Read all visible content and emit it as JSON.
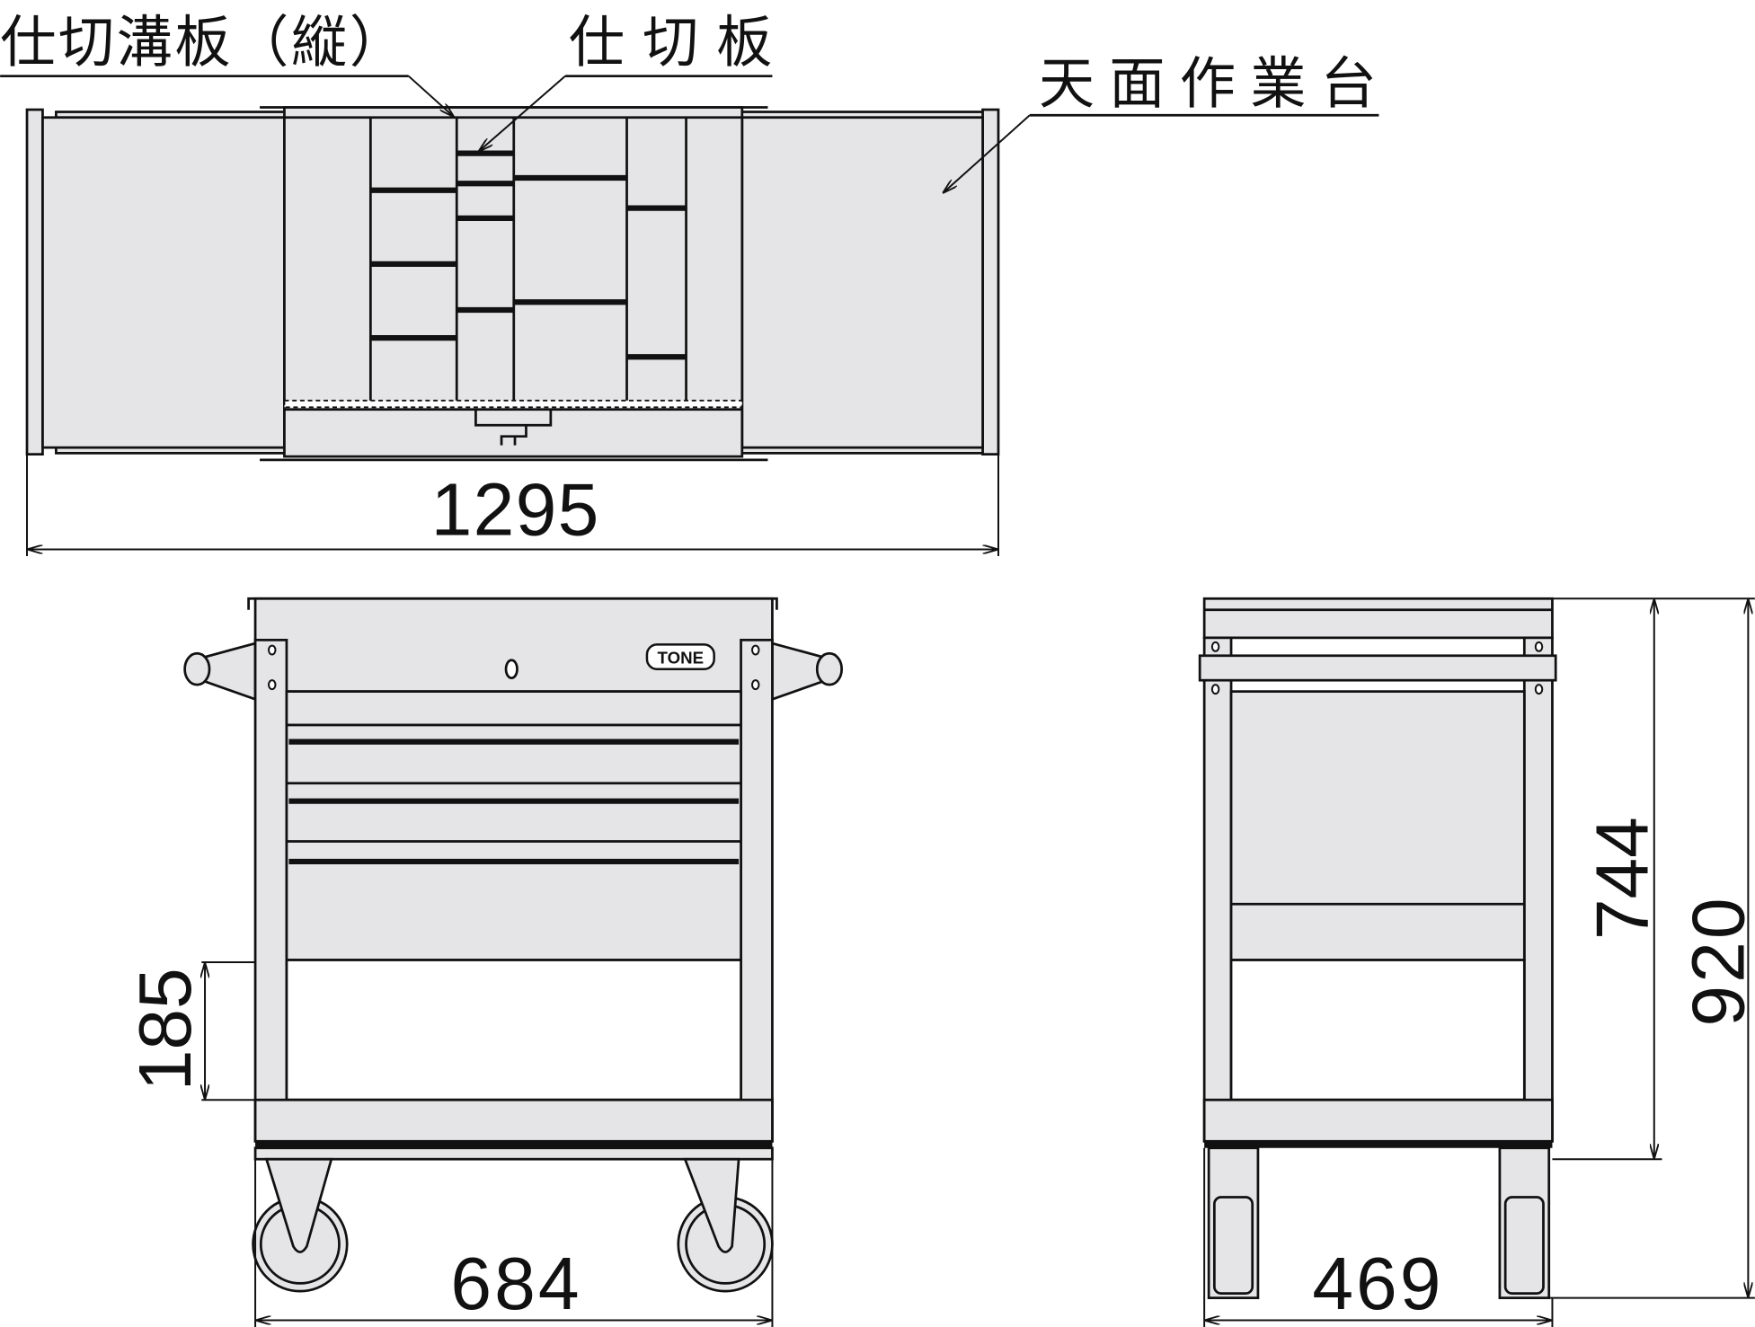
{
  "labels": {
    "partition_groove_board": "仕切溝板（縦）",
    "partition_board": "仕切板",
    "top_work_table": "天面作業台"
  },
  "dimensions": {
    "total_width_extended": "1295",
    "front_width": "684",
    "bottom_shelf_clearance": "185",
    "side_depth": "469",
    "body_height": "744",
    "total_height": "920"
  },
  "brand": {
    "logo_text": "TONE"
  }
}
